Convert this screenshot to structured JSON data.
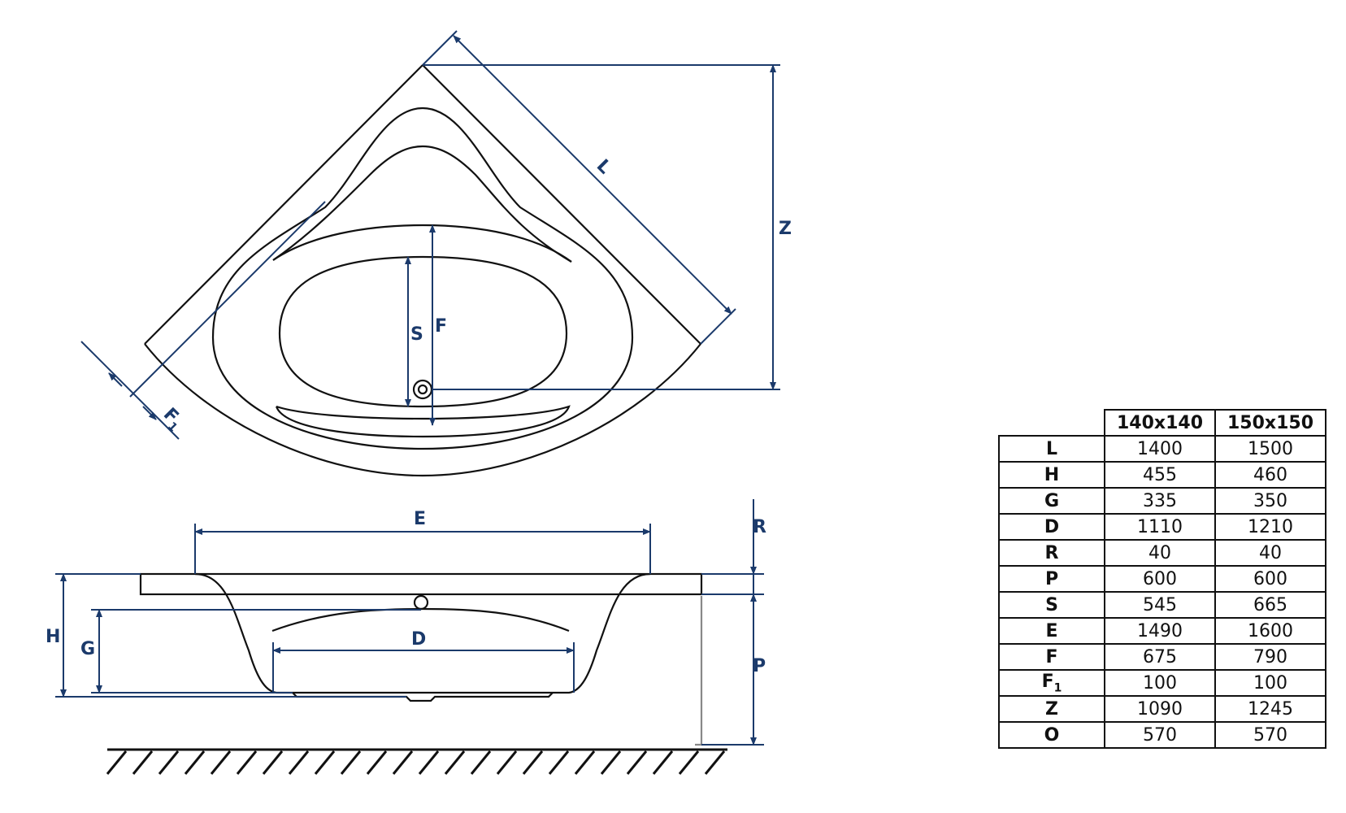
{
  "dimension_labels": {
    "L": "L",
    "Z": "Z",
    "S": "S",
    "F": "F",
    "F1": "F",
    "F1_sub": "1",
    "E": "E",
    "R": "R",
    "H": "H",
    "G": "G",
    "D": "D",
    "P": "P"
  },
  "colors": {
    "dimension": "#1b3a6b",
    "outline": "#111111"
  },
  "table": {
    "columns": [
      "140x140",
      "150x150"
    ],
    "rows": [
      {
        "param": "L",
        "sub": "",
        "values": [
          "1400",
          "1500"
        ]
      },
      {
        "param": "H",
        "sub": "",
        "values": [
          "455",
          "460"
        ]
      },
      {
        "param": "G",
        "sub": "",
        "values": [
          "335",
          "350"
        ]
      },
      {
        "param": "D",
        "sub": "",
        "values": [
          "1110",
          "1210"
        ]
      },
      {
        "param": "R",
        "sub": "",
        "values": [
          "40",
          "40"
        ]
      },
      {
        "param": "P",
        "sub": "",
        "values": [
          "600",
          "600"
        ]
      },
      {
        "param": "S",
        "sub": "",
        "values": [
          "545",
          "665"
        ]
      },
      {
        "param": "E",
        "sub": "",
        "values": [
          "1490",
          "1600"
        ]
      },
      {
        "param": "F",
        "sub": "",
        "values": [
          "675",
          "790"
        ]
      },
      {
        "param": "F",
        "sub": "1",
        "values": [
          "100",
          "100"
        ]
      },
      {
        "param": "Z",
        "sub": "",
        "values": [
          "1090",
          "1245"
        ]
      },
      {
        "param": "O",
        "sub": "",
        "values": [
          "570",
          "570"
        ]
      }
    ]
  }
}
